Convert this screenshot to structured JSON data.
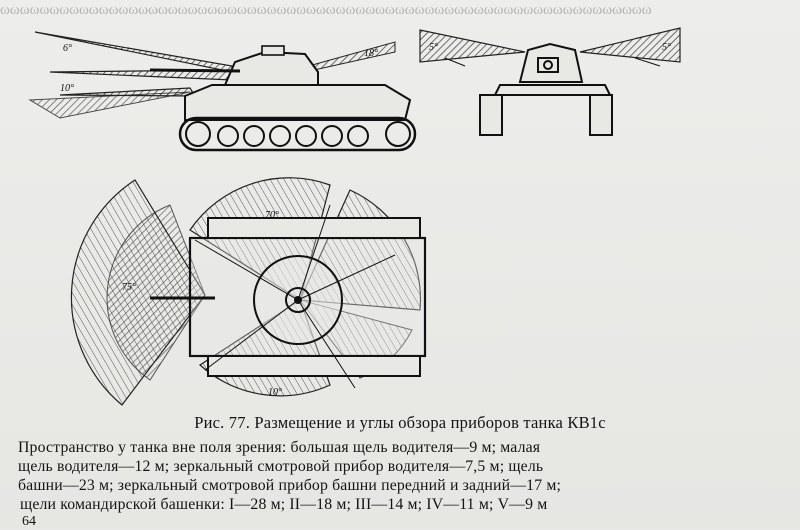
{
  "figure": {
    "caption": "Рис. 77. Размещение и углы обзора приборов танка КВ1с",
    "angle_labels": {
      "side_view_front_upper": "6°",
      "side_view_front_lower": "10°",
      "side_view_rear": "18°",
      "front_view_left": "5°",
      "front_view_right": "5°",
      "top_view_top": "70°",
      "top_view_left": "75°",
      "top_view_bottom": "10°"
    }
  },
  "caption_text": {
    "lines": [
      "Пространство у танка вне поля зрения: большая щель водителя—9 м; малая",
      "щель водителя—12 м; зеркальный смотровой прибор водителя—7,5 м; щель",
      "башни—23 м; зеркальный смотровой прибор башни передний и задний—17 м;",
      "щели командирской башенки: I—28 м; II—18 м; III—14 м; IV—11 м; V—9 м"
    ]
  },
  "page_number": "64"
}
